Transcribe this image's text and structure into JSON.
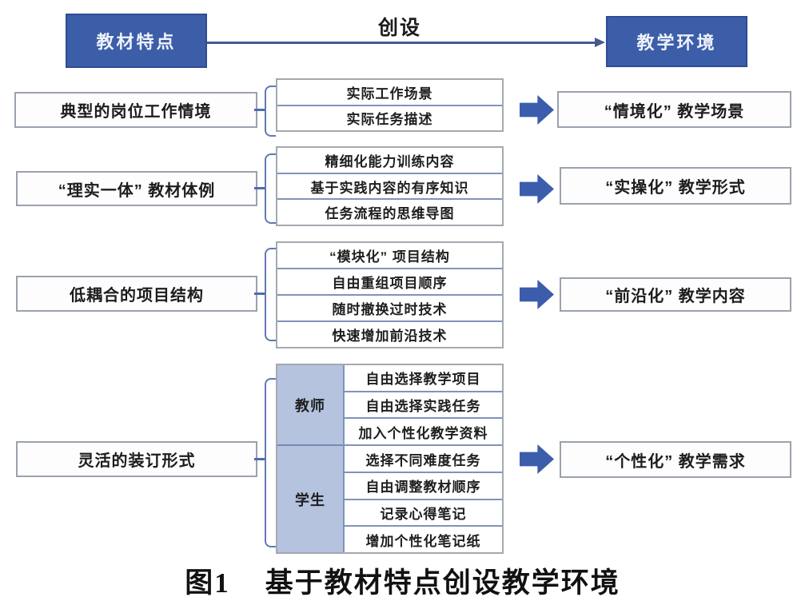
{
  "header": {
    "source_box": "教材特点",
    "arrow_label": "创设",
    "target_box": "教学环境"
  },
  "rows": [
    {
      "left": "典型的岗位工作情境",
      "items": [
        "实际工作场景",
        "实际任务描述"
      ],
      "right": "“情境化” 教学场景"
    },
    {
      "left": "“理实一体” 教材体例",
      "items": [
        "精细化能力训练内容",
        "基于实践内容的有序知识",
        "任务流程的思维导图"
      ],
      "right": "“实操化” 教学形式"
    },
    {
      "left": "低耦合的项目结构",
      "items": [
        "“模块化” 项目结构",
        "自由重组项目顺序",
        "随时撤换过时技术",
        "快速增加前沿技术"
      ],
      "right": "“前沿化” 教学内容"
    },
    {
      "left": "灵活的装订形式",
      "groups": [
        {
          "label": "教师",
          "items": [
            "自由选择教学项目",
            "自由选择实践任务",
            "加入个性化教学资料"
          ]
        },
        {
          "label": "学生",
          "items": [
            "选择不同难度任务",
            "自由调整教材顺序",
            "记录心得笔记",
            "增加个性化笔记纸"
          ]
        }
      ],
      "right": "“个性化” 教学需求"
    }
  ],
  "caption": {
    "figure_label": "图1",
    "title": "基于教材特点创设教学环境"
  },
  "colors": {
    "primary_blue": "#3c5ea9",
    "primary_blue_border": "#2d4c92",
    "light_blue": "#b5c3df",
    "bracket_blue": "#5f79b3",
    "divider_blue": "#8093ba",
    "border_gray": "#9aa2ac",
    "connector_line": "#46598f",
    "text": "#1c1c1c"
  }
}
